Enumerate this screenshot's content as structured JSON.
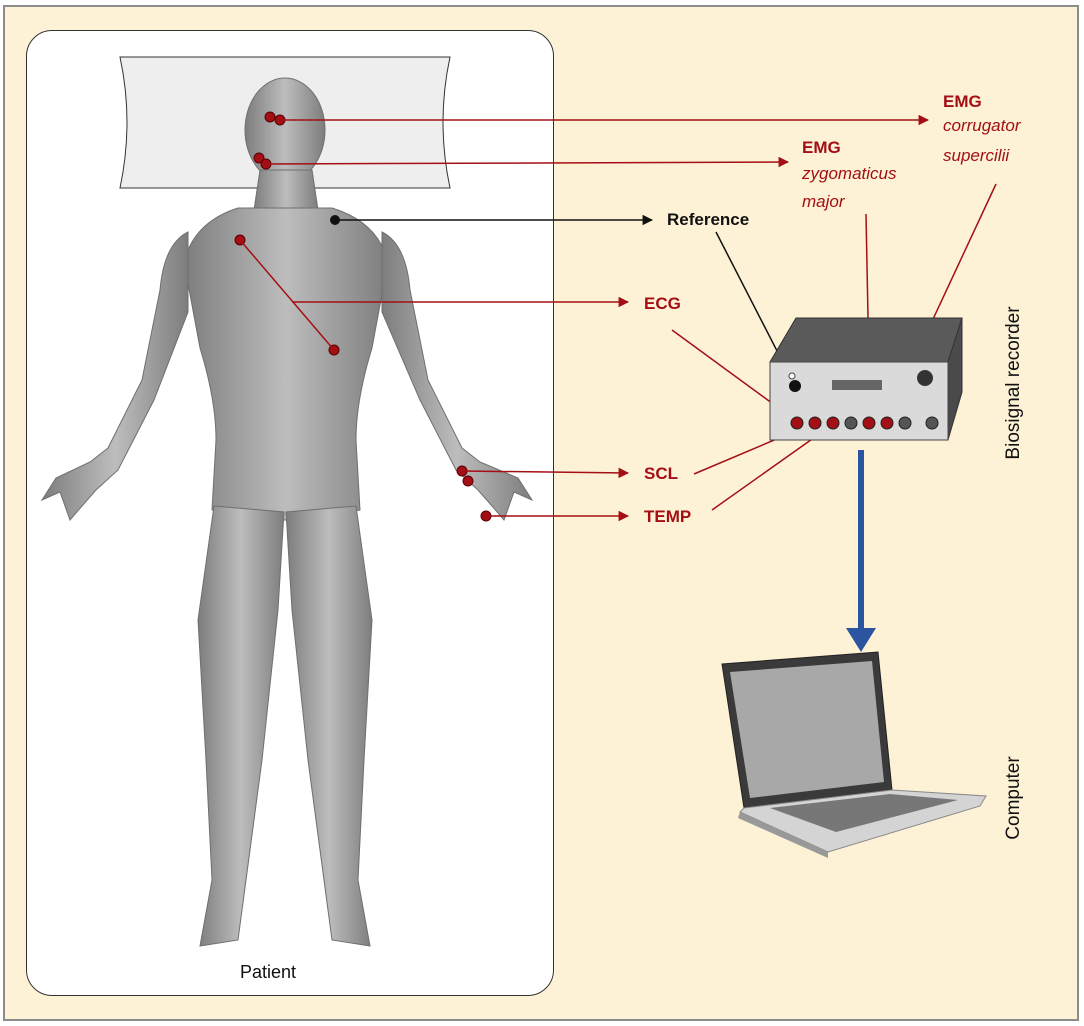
{
  "labels": {
    "emg_corrugator_title": "EMG",
    "emg_corrugator_line1": "corrugator",
    "emg_corrugator_line2": "supercilii",
    "emg_zygomaticus_title": "EMG",
    "emg_zygomaticus_line1": "zygomaticus",
    "emg_zygomaticus_line2": "major",
    "reference": "Reference",
    "ecg": "ECG",
    "scl": "SCL",
    "temp": "TEMP",
    "patient": "Patient",
    "biosignal_recorder": "Biosignal recorder",
    "computer": "Computer"
  },
  "colors": {
    "background": "#fdf2d6",
    "signal_red": "#a30f14",
    "reference_black": "#111111",
    "data_arrow_blue": "#2b55a0",
    "body_gray": "#9a9a9a"
  },
  "icons": {
    "patient": "human-body-icon",
    "recorder": "biosignal-recorder-icon",
    "computer": "laptop-icon"
  }
}
